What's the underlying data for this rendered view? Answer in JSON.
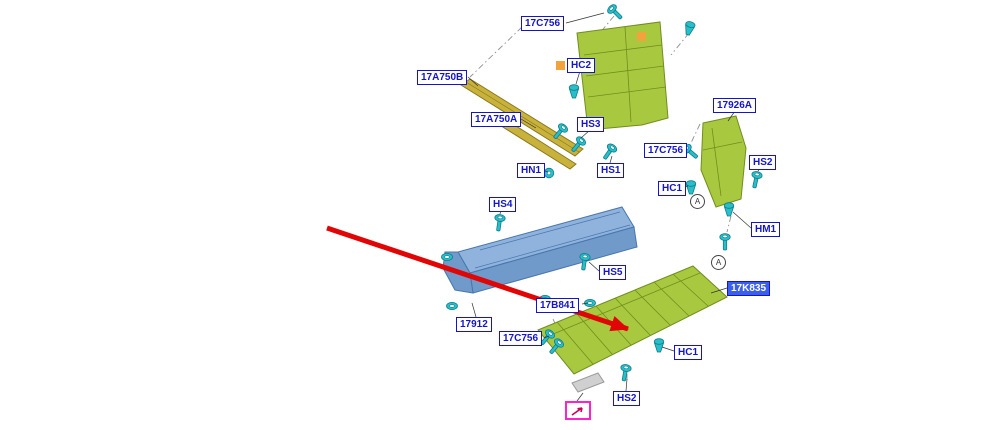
{
  "colors": {
    "label_blue": "#1414cc",
    "highlight_bg": "#3a5fe8",
    "highlight_text": "#ffffff",
    "part_green": "#a8c93f",
    "part_green_dark": "#6f8e1e",
    "part_olive": "#c9b23c",
    "part_olive_dark": "#8a7a1e",
    "part_blue": "#8fb3dd",
    "part_blue_face": "#6f9aca",
    "part_blue_dark": "#4a76ac",
    "fastener_teal": "#2abec9",
    "fastener_teal_dark": "#0d7d8a",
    "arrow_red": "#e00606",
    "callout_orange": "#f2a33c",
    "magenta": "#ff22cc",
    "gray_part": "#d0d0d0"
  },
  "labels": [
    {
      "text": "17C756"
    },
    {
      "text": "17A750B"
    },
    {
      "text": "HC2"
    },
    {
      "text": "17A750A"
    },
    {
      "text": "HS3"
    },
    {
      "text": "HN1"
    },
    {
      "text": "HS1"
    },
    {
      "text": "17926A"
    },
    {
      "text": "17C756"
    },
    {
      "text": "HS2"
    },
    {
      "text": "HC1"
    },
    {
      "text": "HM1"
    },
    {
      "text": "HS4"
    },
    {
      "text": "HS5"
    },
    {
      "text": "17B841"
    },
    {
      "text": "17912"
    },
    {
      "text": "17C756"
    },
    {
      "text": "17K835",
      "highlighted": true
    },
    {
      "text": "HC1"
    },
    {
      "text": "HS2"
    }
  ],
  "markers": [
    {
      "text": "A"
    },
    {
      "text": "A"
    }
  ]
}
